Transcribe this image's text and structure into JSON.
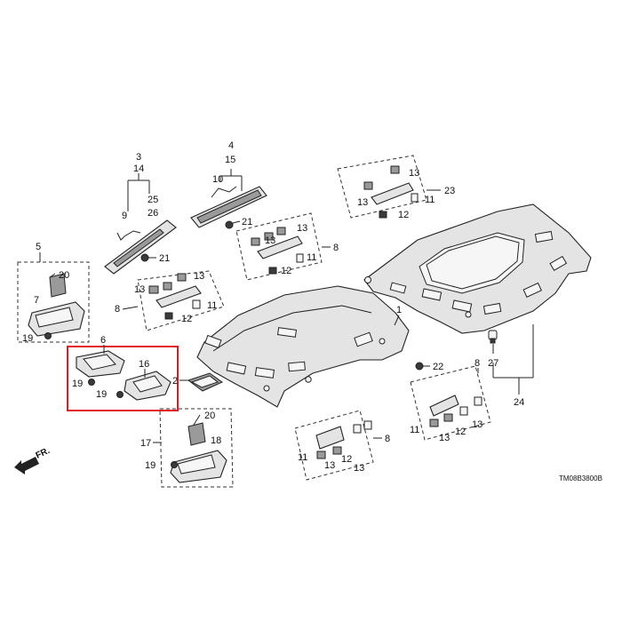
{
  "diagram_code": "TM08B3800B",
  "front_label": "FR.",
  "highlight_color": "#e21b22",
  "labels": {
    "n1": "1",
    "n2": "2",
    "n3": "3",
    "n4": "4",
    "n5": "5",
    "n6": "6",
    "n7": "7",
    "n8a": "8",
    "n8b": "8",
    "n8c": "8",
    "n8d": "8",
    "n9": "9",
    "n10": "10",
    "n11a": "11",
    "n11b": "11",
    "n11c": "11",
    "n11d": "11",
    "n11e": "11",
    "n12a": "12",
    "n12b": "12",
    "n12c": "12",
    "n12d": "12",
    "n12e": "12",
    "n13a": "13",
    "n13b": "13",
    "n13c": "13",
    "n13d": "13",
    "n13e": "13",
    "n13f": "13",
    "n13g": "13",
    "n13h": "13",
    "n13i": "13",
    "n13j": "13",
    "n14": "14",
    "n15": "15",
    "n16": "16",
    "n17": "17",
    "n18": "18",
    "n19a": "19",
    "n19b": "19",
    "n19c": "19",
    "n19d": "19",
    "n20a": "20",
    "n20b": "20",
    "n21a": "21",
    "n21b": "21",
    "n22": "22",
    "n23": "23",
    "n24": "24",
    "n25": "25",
    "n26": "26",
    "n27": "27"
  }
}
